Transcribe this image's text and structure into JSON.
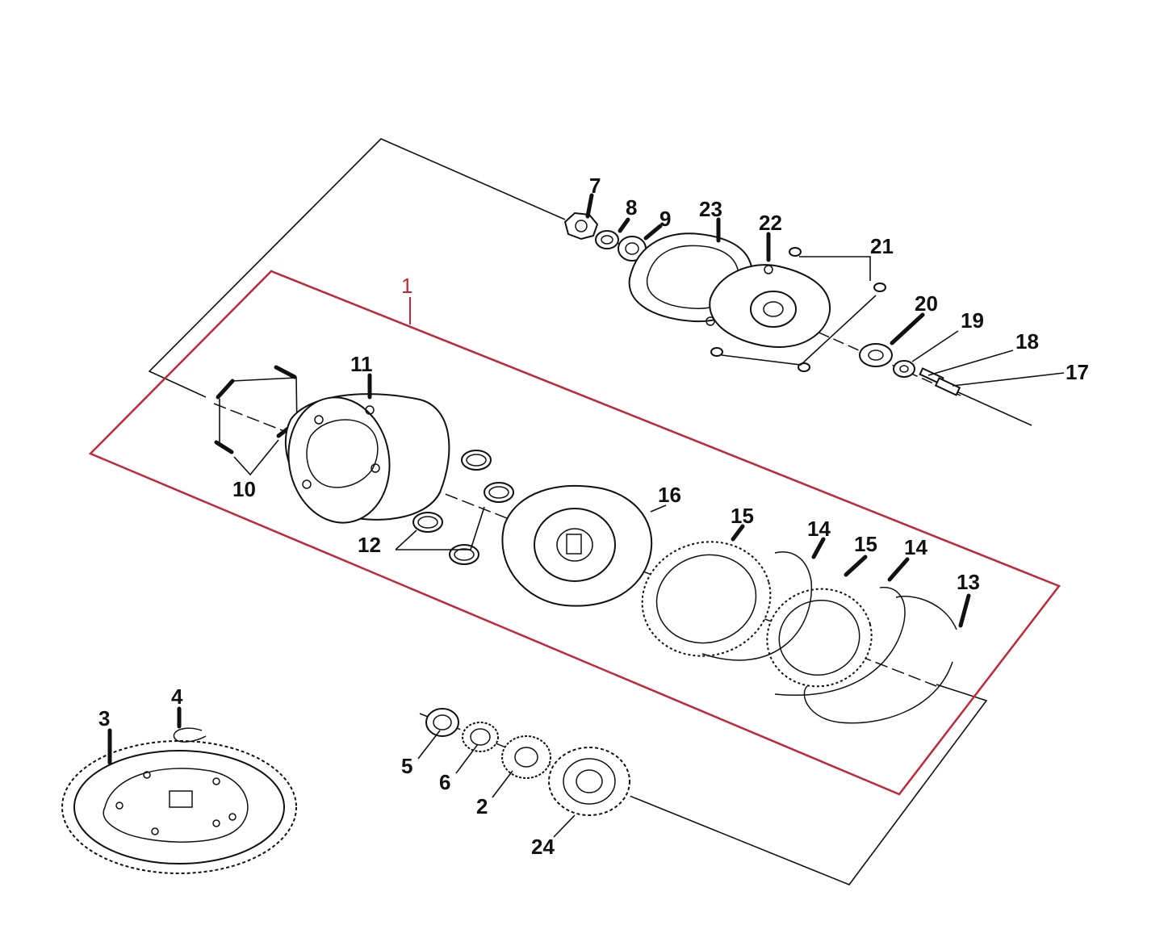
{
  "colors": {
    "line": "#111111",
    "assembly_box": "#c0283a",
    "background": "#ffffff"
  },
  "labels": {
    "l1": "1",
    "l2": "2",
    "l3": "3",
    "l4": "4",
    "l5": "5",
    "l6": "6",
    "l7": "7",
    "l8": "8",
    "l9": "9",
    "l10": "10",
    "l11": "11",
    "l12": "12",
    "l13": "13",
    "l14a": "14",
    "l14b": "14",
    "l15a": "15",
    "l15b": "15",
    "l16": "16",
    "l17": "17",
    "l18": "18",
    "l19": "19",
    "l20": "20",
    "l21": "21",
    "l22": "22",
    "l23": "23",
    "l24": "24"
  }
}
